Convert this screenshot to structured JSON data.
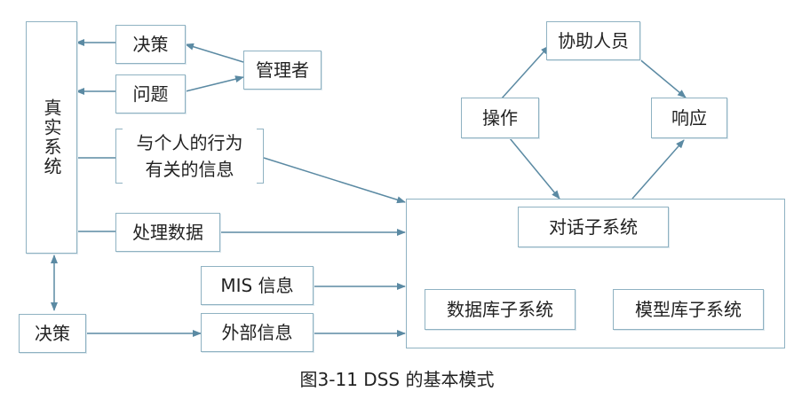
{
  "nodes": {
    "real_system": "真实系统",
    "decision_top": "决策",
    "problem": "问题",
    "personal_behavior": [
      "与个人的行为",
      "有关的信息"
    ],
    "data_processing": "处理数据",
    "manager": "管理者",
    "decision_bottom": "决策",
    "mis_info": "MIS 信息",
    "external_info": "外部信息",
    "operation": "操作",
    "assistants": "协助人员",
    "response": "响应",
    "dialog_subsystem": "对话子系统",
    "database_subsystem": "数据库子系统",
    "model_base_subsystem": "模型库子系统"
  },
  "caption": "图3-11 DSS 的基本模式",
  "colors": {
    "box_border": "#8fb2c2",
    "arrow": "#5b8aa3",
    "text": "#222222",
    "background": "#ffffff"
  }
}
